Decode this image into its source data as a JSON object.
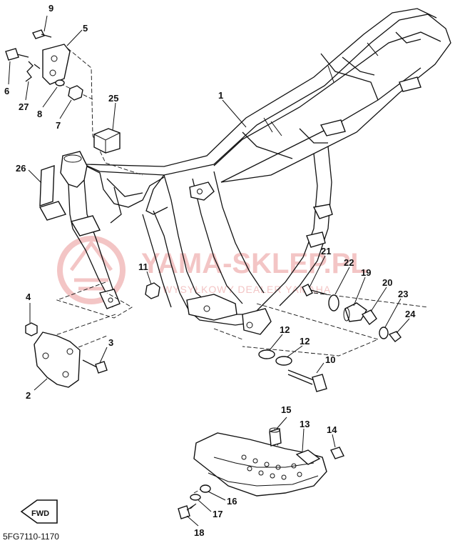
{
  "watermark": {
    "brand": "YAMA-SKLEP.PL",
    "tagline": "WYSYŁKOWY DEALER YAMAHA",
    "color": "#f3c5c5"
  },
  "catalog_code": "5FG7110-1170",
  "fwd_label": "FWD",
  "callouts": [
    "1",
    "2",
    "3",
    "4",
    "5",
    "6",
    "7",
    "8",
    "9",
    "10",
    "11",
    "12",
    "12",
    "13",
    "14",
    "15",
    "16",
    "17",
    "18",
    "19",
    "20",
    "21",
    "22",
    "23",
    "24",
    "25",
    "26",
    "27"
  ]
}
